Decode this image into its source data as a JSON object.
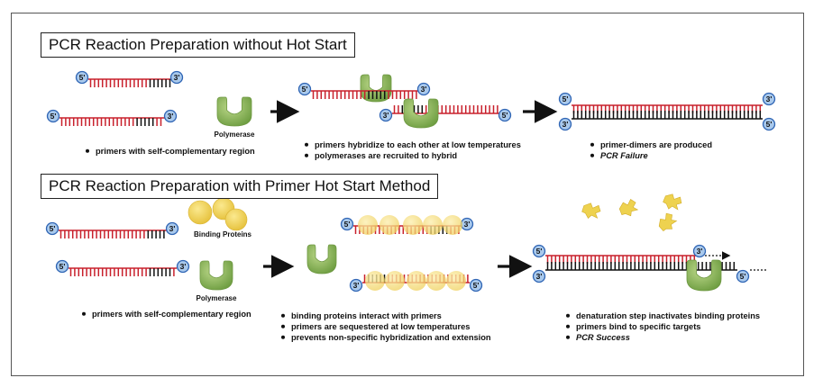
{
  "section1": {
    "title": "PCR Reaction Preparation without Hot Start",
    "panel1": {
      "enzyme_label": "Polymerase",
      "bullets": [
        "primers with self-complementary region"
      ]
    },
    "panel2": {
      "bullets": [
        "primers hybridize to each other at low temperatures",
        "polymerases are recruited to hybrid"
      ]
    },
    "panel3": {
      "bullets": [
        "primer-dimers are produced",
        "PCR Failure"
      ]
    }
  },
  "section2": {
    "title": "PCR Reaction Preparation with Primer Hot Start Method",
    "panel1": {
      "binding_label": "Binding Proteins",
      "enzyme_label": "Polymerase",
      "bullets": [
        "primers with self-complementary region"
      ]
    },
    "panel2": {
      "bullets": [
        "binding proteins interact with primers",
        "primers are sequestered at low temperatures",
        "prevents non-specific hybridization and extension"
      ]
    },
    "panel3": {
      "bullets": [
        "denaturation step inactivates binding proteins",
        "primers bind to specific targets",
        "PCR Success"
      ]
    }
  },
  "strand_ends": {
    "five_prime": "5'",
    "three_prime": "3'"
  },
  "colors": {
    "strand_red": "#c8202c",
    "strand_black": "#111111",
    "end_circle_fill": "#a9c9ec",
    "end_circle_stroke": "#2e64b4",
    "polymerase_green": "#8dba5f",
    "binding_yellow": "#f4d65a",
    "frame_border": "#555555"
  }
}
